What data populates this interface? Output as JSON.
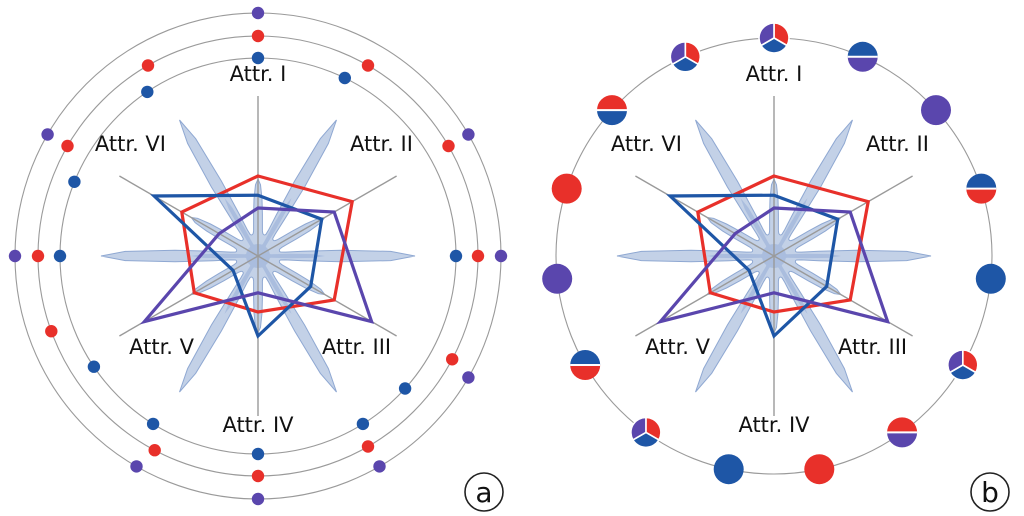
{
  "colors": {
    "red": "#e8302a",
    "blue": "#1e56a6",
    "purple": "#5a46ad",
    "ring": "#9a9a9a",
    "axis": "#9a9a9a",
    "density": "#b8c9e3",
    "density_stroke": "#8fa8d2"
  },
  "attributes": [
    "Attr. I",
    "Attr. II",
    "Attr. III",
    "Attr. IV",
    "Attr. V",
    "Attr. VI"
  ],
  "series": [
    {
      "color": "red",
      "values": [
        0.5,
        0.68,
        0.55,
        0.35,
        0.46,
        0.55
      ]
    },
    {
      "color": "blue",
      "values": [
        0.38,
        0.46,
        0.38,
        0.5,
        0.18,
        0.75
      ]
    },
    {
      "color": "purple",
      "values": [
        0.3,
        0.55,
        0.82,
        0.23,
        0.82,
        0.28
      ]
    }
  ],
  "panels": [
    {
      "id": "a",
      "letter": "a",
      "marker_style": "per-series rings"
    },
    {
      "id": "b",
      "letter": "b",
      "marker_style": "single ring, glyphs split by series"
    }
  ],
  "panel_a_markers": [
    {
      "series": "purple",
      "ring": 3,
      "angle_deg": 0
    },
    {
      "series": "red",
      "ring": 2,
      "angle_deg": 0
    },
    {
      "series": "blue",
      "ring": 1,
      "angle_deg": 0
    },
    {
      "series": "red",
      "ring": 2,
      "angle_deg": 30
    },
    {
      "series": "blue",
      "ring": 1,
      "angle_deg": 26
    },
    {
      "series": "purple",
      "ring": 3,
      "angle_deg": 60
    },
    {
      "series": "red",
      "ring": 2,
      "angle_deg": 60
    },
    {
      "series": "blue",
      "ring": 1,
      "angle_deg": 90
    },
    {
      "series": "red",
      "ring": 2,
      "angle_deg": 90
    },
    {
      "series": "purple",
      "ring": 3,
      "angle_deg": 90
    },
    {
      "series": "red",
      "ring": 2,
      "angle_deg": 118
    },
    {
      "series": "blue",
      "ring": 1,
      "angle_deg": 132
    },
    {
      "series": "purple",
      "ring": 3,
      "angle_deg": 120
    },
    {
      "series": "blue",
      "ring": 1,
      "angle_deg": 148
    },
    {
      "series": "red",
      "ring": 2,
      "angle_deg": 150
    },
    {
      "series": "purple",
      "ring": 3,
      "angle_deg": 150
    },
    {
      "series": "blue",
      "ring": 1,
      "angle_deg": 180
    },
    {
      "series": "red",
      "ring": 2,
      "angle_deg": 180
    },
    {
      "series": "purple",
      "ring": 3,
      "angle_deg": 180
    },
    {
      "series": "blue",
      "ring": 1,
      "angle_deg": 212
    },
    {
      "series": "red",
      "ring": 2,
      "angle_deg": 208
    },
    {
      "series": "purple",
      "ring": 3,
      "angle_deg": 210
    },
    {
      "series": "blue",
      "ring": 1,
      "angle_deg": 236
    },
    {
      "series": "red",
      "ring": 2,
      "angle_deg": 250
    },
    {
      "series": "blue",
      "ring": 1,
      "angle_deg": 270
    },
    {
      "series": "red",
      "ring": 2,
      "angle_deg": 270
    },
    {
      "series": "purple",
      "ring": 3,
      "angle_deg": 270
    },
    {
      "series": "blue",
      "ring": 1,
      "angle_deg": 292
    },
    {
      "series": "red",
      "ring": 2,
      "angle_deg": 300
    },
    {
      "series": "purple",
      "ring": 3,
      "angle_deg": 300
    },
    {
      "series": "blue",
      "ring": 1,
      "angle_deg": 326
    },
    {
      "series": "red",
      "ring": 2,
      "angle_deg": 330
    }
  ],
  "panel_b_markers": [
    {
      "angle_deg": 0,
      "segments": [
        "red",
        "blue",
        "purple"
      ]
    },
    {
      "angle_deg": 24,
      "segments": [
        "blue",
        "purple"
      ]
    },
    {
      "angle_deg": 48,
      "segments": [
        "purple"
      ]
    },
    {
      "angle_deg": 72,
      "segments": [
        "blue",
        "red"
      ]
    },
    {
      "angle_deg": 96,
      "segments": [
        "blue"
      ]
    },
    {
      "angle_deg": 120,
      "segments": [
        "red",
        "blue",
        "purple"
      ]
    },
    {
      "angle_deg": 144,
      "segments": [
        "red",
        "purple"
      ]
    },
    {
      "angle_deg": 168,
      "segments": [
        "red"
      ]
    },
    {
      "angle_deg": 192,
      "segments": [
        "blue"
      ]
    },
    {
      "angle_deg": 216,
      "segments": [
        "red",
        "blue",
        "purple"
      ]
    },
    {
      "angle_deg": 240,
      "segments": [
        "blue",
        "red"
      ]
    },
    {
      "angle_deg": 264,
      "segments": [
        "purple"
      ]
    },
    {
      "angle_deg": 288,
      "segments": [
        "red"
      ]
    },
    {
      "angle_deg": 312,
      "segments": [
        "red",
        "blue"
      ]
    },
    {
      "angle_deg": 336,
      "segments": [
        "red",
        "blue",
        "purple"
      ]
    }
  ]
}
